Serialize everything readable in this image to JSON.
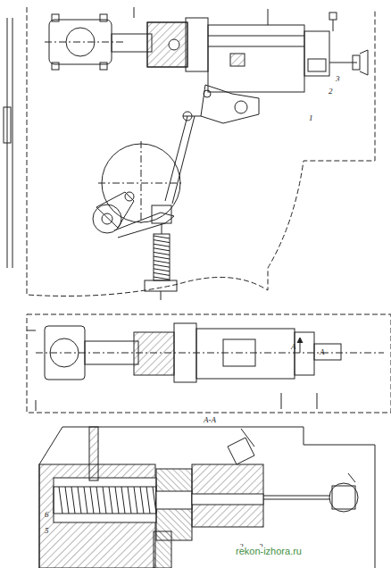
{
  "diagram": {
    "labels": [
      "3",
      "2",
      "1",
      "А",
      "А",
      "А-А",
      "6",
      "5",
      "2",
      "3",
      "rekon-izhora.ru"
    ]
  }
}
